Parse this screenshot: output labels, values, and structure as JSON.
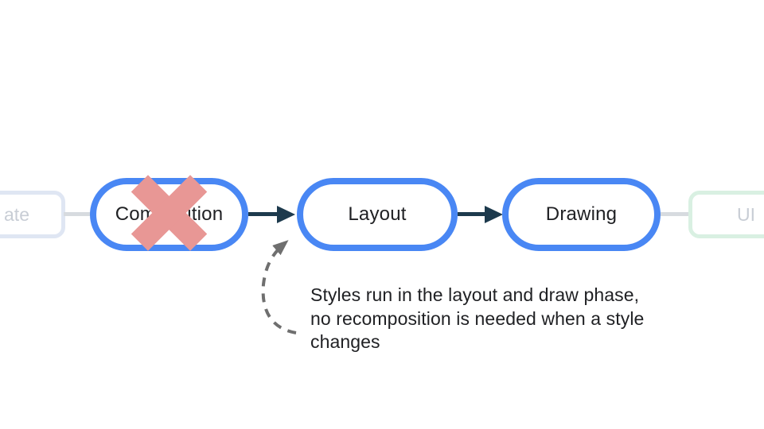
{
  "diagram": {
    "nodes": {
      "state_partial": {
        "label": "ate"
      },
      "composition": {
        "label": "Composition",
        "crossed_out": true
      },
      "layout": {
        "label": "Layout"
      },
      "drawing": {
        "label": "Drawing"
      },
      "ui": {
        "label": "UI"
      }
    },
    "annotation": {
      "lines": [
        "Styles run in the layout and draw phase,",
        "no recomposition is needed when a style",
        "changes"
      ]
    },
    "colors": {
      "accent_blue": "#4987f4",
      "arrow_dark": "#1d3a4d",
      "cross_pink": "#e89795",
      "dash_gray": "#6f6f6f",
      "connector_light": "#d7dbdf",
      "state_border": "#dfe6f3",
      "ui_border": "#d9f0e2",
      "muted_text": "#c8cdd5",
      "ink": "#202124"
    }
  }
}
